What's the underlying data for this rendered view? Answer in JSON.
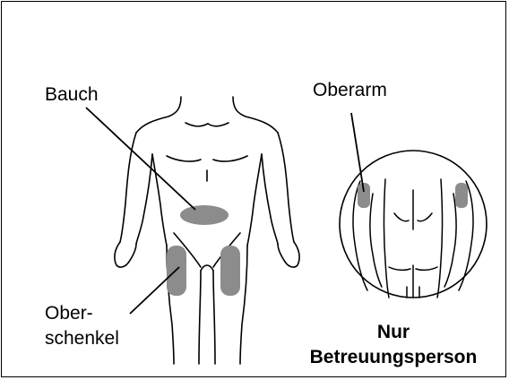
{
  "labels": {
    "bauch": "Bauch",
    "oberarm": "Oberarm",
    "oberschenkel_line1": "Ober-",
    "oberschenkel_line2": "schenkel",
    "caregiver_line1": "Nur",
    "caregiver_line2": "Betreuungsperson"
  },
  "colors": {
    "injection_area": "#8c8c8c",
    "outline": "#000000",
    "background": "#ffffff"
  }
}
